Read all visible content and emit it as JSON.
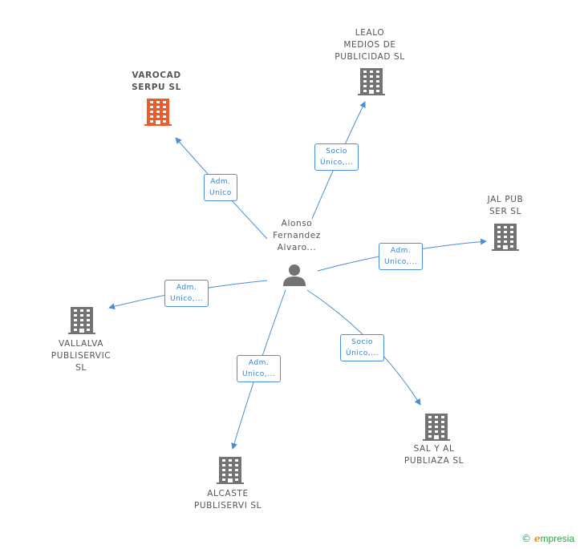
{
  "person": {
    "lines": [
      "Alonso",
      "Fernandez",
      "Alvaro..."
    ]
  },
  "companies": {
    "varocad": {
      "lines": [
        "VAROCAD",
        "SERPU SL"
      ],
      "highlight": true
    },
    "lealo": {
      "lines": [
        "LEALO",
        "MEDIOS DE",
        "PUBLICIDAD SL"
      ]
    },
    "jalpub": {
      "lines": [
        "JAL PUB",
        "SER SL"
      ]
    },
    "vallalva": {
      "lines": [
        "VALLALVA",
        "PUBLISERVIC",
        "SL"
      ]
    },
    "alcaste": {
      "lines": [
        "ALCASTE",
        "PUBLISERVI SL"
      ]
    },
    "salyal": {
      "lines": [
        "SAL Y AL",
        "PUBLIAZA SL"
      ]
    }
  },
  "relations": {
    "varocad": [
      "Adm.",
      "Unico"
    ],
    "lealo": [
      "Socio",
      "Único,..."
    ],
    "jalpub": [
      "Adm.",
      "Unico,..."
    ],
    "vallalva": [
      "Adm.",
      "Unico,..."
    ],
    "alcaste": [
      "Adm.",
      "Unico,..."
    ],
    "salyal": [
      "Socio",
      "Único,..."
    ]
  },
  "colors": {
    "edge": "#4a8fd8",
    "node": "#737373",
    "highlight": "#f05a28"
  },
  "footer": {
    "copyright": "©",
    "brand_initial": "e",
    "brand_rest": "mpresia"
  }
}
